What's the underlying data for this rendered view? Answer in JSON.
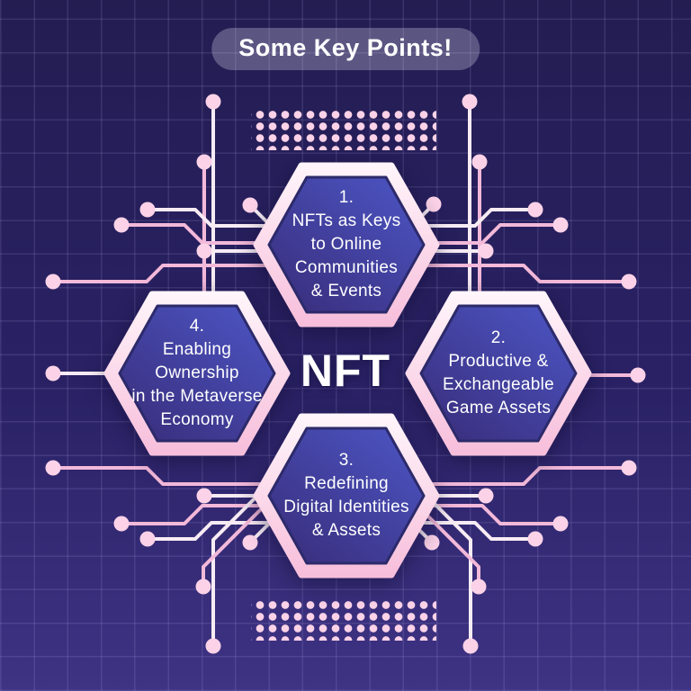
{
  "title": "Some Key Points!",
  "center_label": "NFT",
  "hexagons": [
    {
      "number": "1.",
      "position": "top",
      "lines": [
        "NFTs as Keys",
        "to Online",
        "Communities",
        "& Events"
      ]
    },
    {
      "number": "2.",
      "position": "right",
      "lines": [
        "Productive &",
        "Exchangeable",
        "Game Assets"
      ]
    },
    {
      "number": "3.",
      "position": "bottom",
      "lines": [
        "Redefining",
        "Digital Identities",
        "& Assets"
      ]
    },
    {
      "number": "4.",
      "position": "left",
      "lines": [
        "Enabling",
        "Ownership",
        "in the Metaverse",
        "Economy"
      ]
    }
  ],
  "colors": {
    "bg_top": "#241d52",
    "bg_bottom": "#3e3384",
    "trace_white": "#f8ecf4",
    "trace_pink": "#f3b9d9",
    "dot_pink": "#fbd2e7",
    "hex_border_top": "#fff5fa",
    "hex_border_bottom": "#f7bedb",
    "hex_fill_start": "#4b53c0",
    "hex_fill_end": "#3a2f7e",
    "text_white": "#ffffff"
  }
}
